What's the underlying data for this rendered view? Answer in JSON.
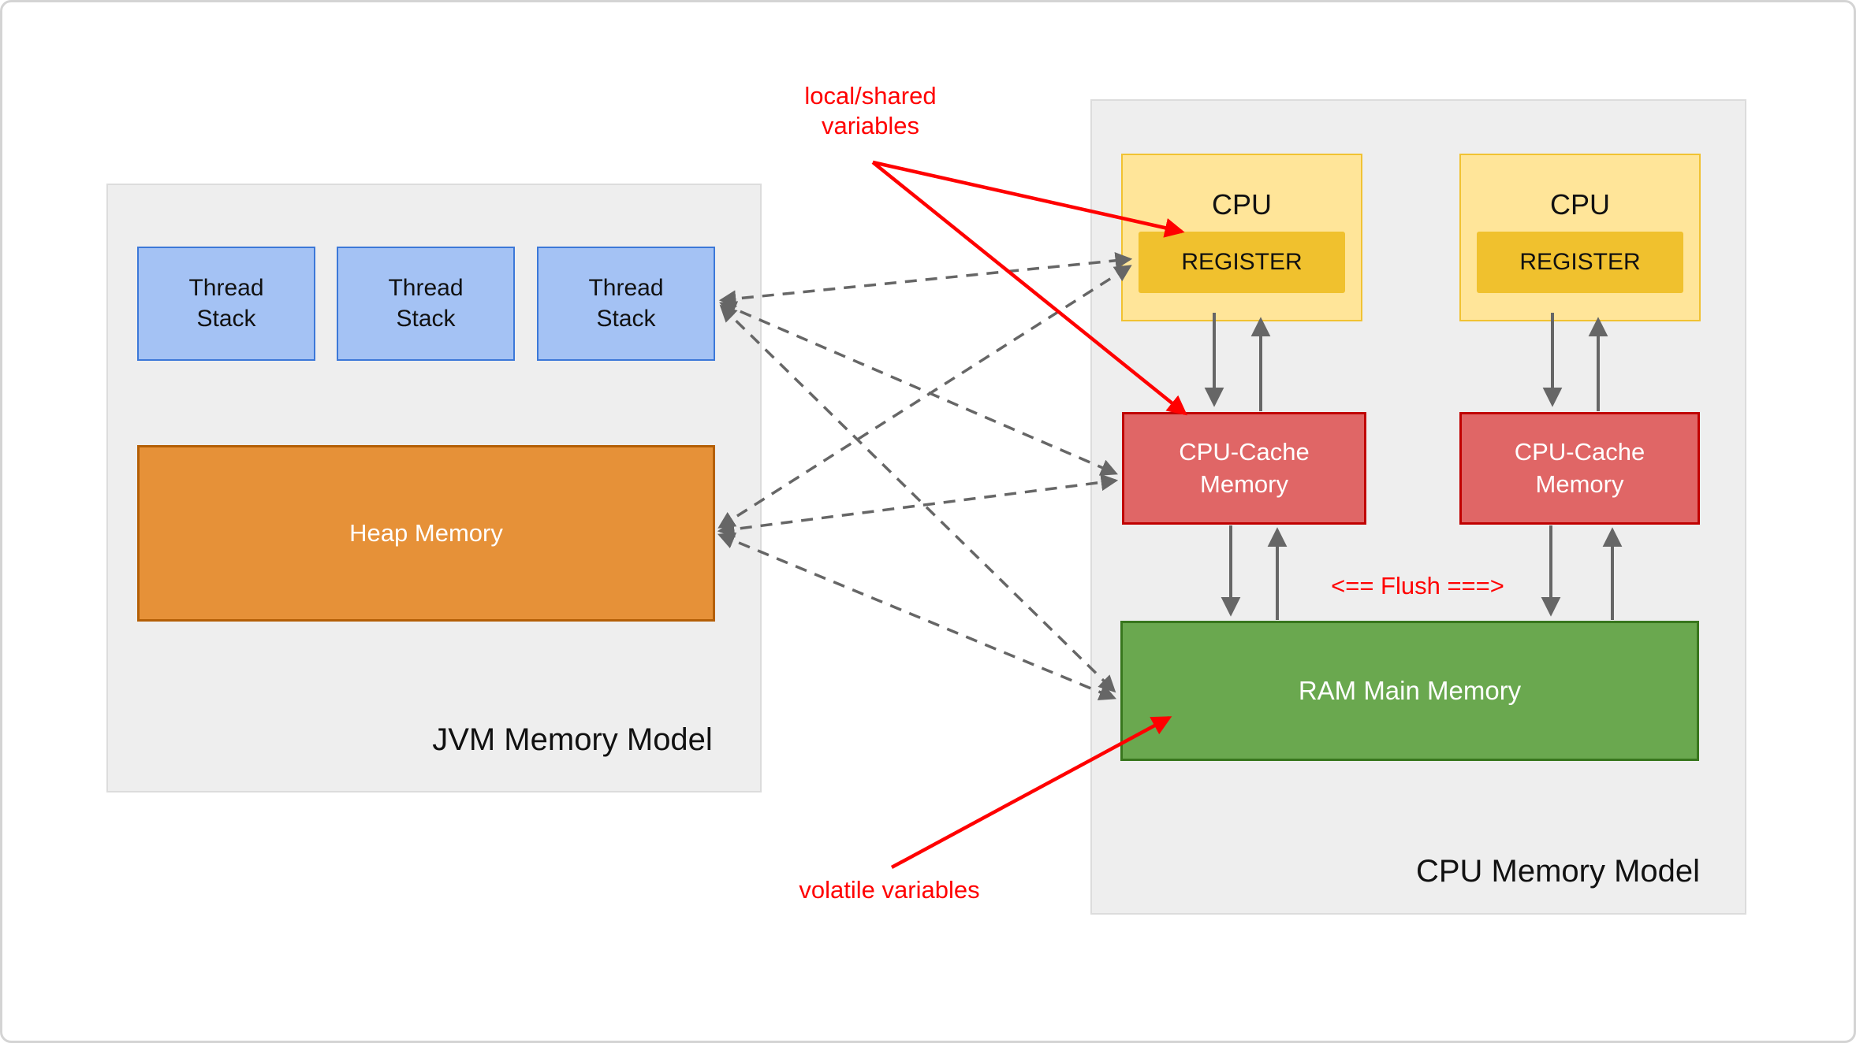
{
  "diagram": {
    "jvm_panel": {
      "title": "JVM Memory Model",
      "thread_stacks": [
        {
          "label": "Thread\nStack"
        },
        {
          "label": "Thread\nStack"
        },
        {
          "label": "Thread\nStack"
        }
      ],
      "heap": {
        "label": "Heap Memory"
      }
    },
    "cpu_panel": {
      "title": "CPU Memory Model",
      "cpus": [
        {
          "label": "CPU",
          "register_label": "REGISTER"
        },
        {
          "label": "CPU",
          "register_label": "REGISTER"
        }
      ],
      "caches": [
        {
          "label": "CPU-Cache\nMemory"
        },
        {
          "label": "CPU-Cache\nMemory"
        }
      ],
      "ram": {
        "label": "RAM Main Memory"
      },
      "flush_label": "<== Flush ===>"
    },
    "annotations": {
      "local_shared": "local/shared\nvariables",
      "volatile": "volatile variables"
    },
    "colors": {
      "panel_bg": "#eeeeee",
      "thread_stack_fill": "#a4c2f4",
      "thread_stack_border": "#3c78d8",
      "heap_fill": "#e69138",
      "heap_border": "#b45f06",
      "cpu_fill": "#ffe599",
      "cpu_border": "#f1c232",
      "register_fill": "#f0c12e",
      "cache_fill": "#e06666",
      "cache_border": "#c00000",
      "ram_fill": "#6aa84f",
      "ram_border": "#38761d",
      "annotation_red": "#ff0000",
      "arrow_gray": "#666666"
    }
  }
}
